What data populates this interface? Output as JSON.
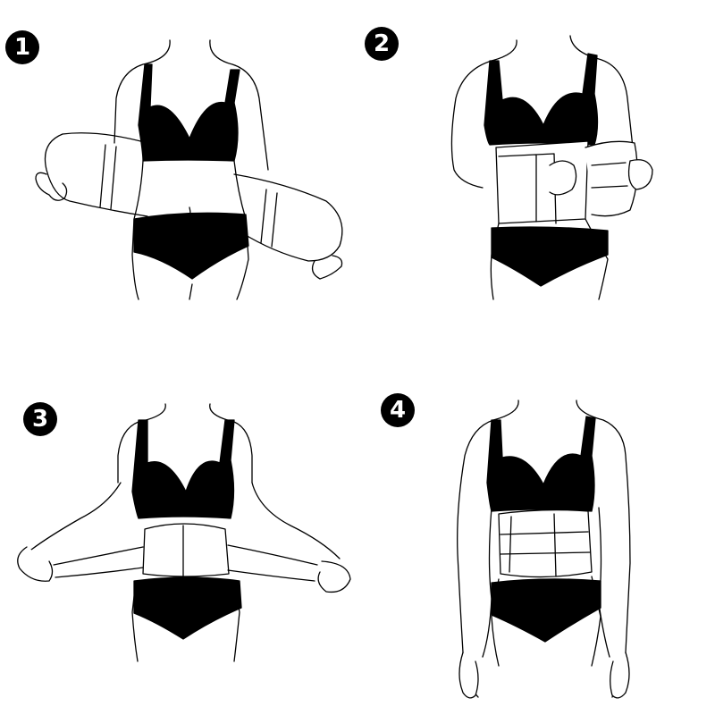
{
  "steps": [
    {
      "number": "1"
    },
    {
      "number": "2"
    },
    {
      "number": "3"
    },
    {
      "number": "4"
    }
  ],
  "colors": {
    "ink": "#000000",
    "paper": "#ffffff"
  }
}
